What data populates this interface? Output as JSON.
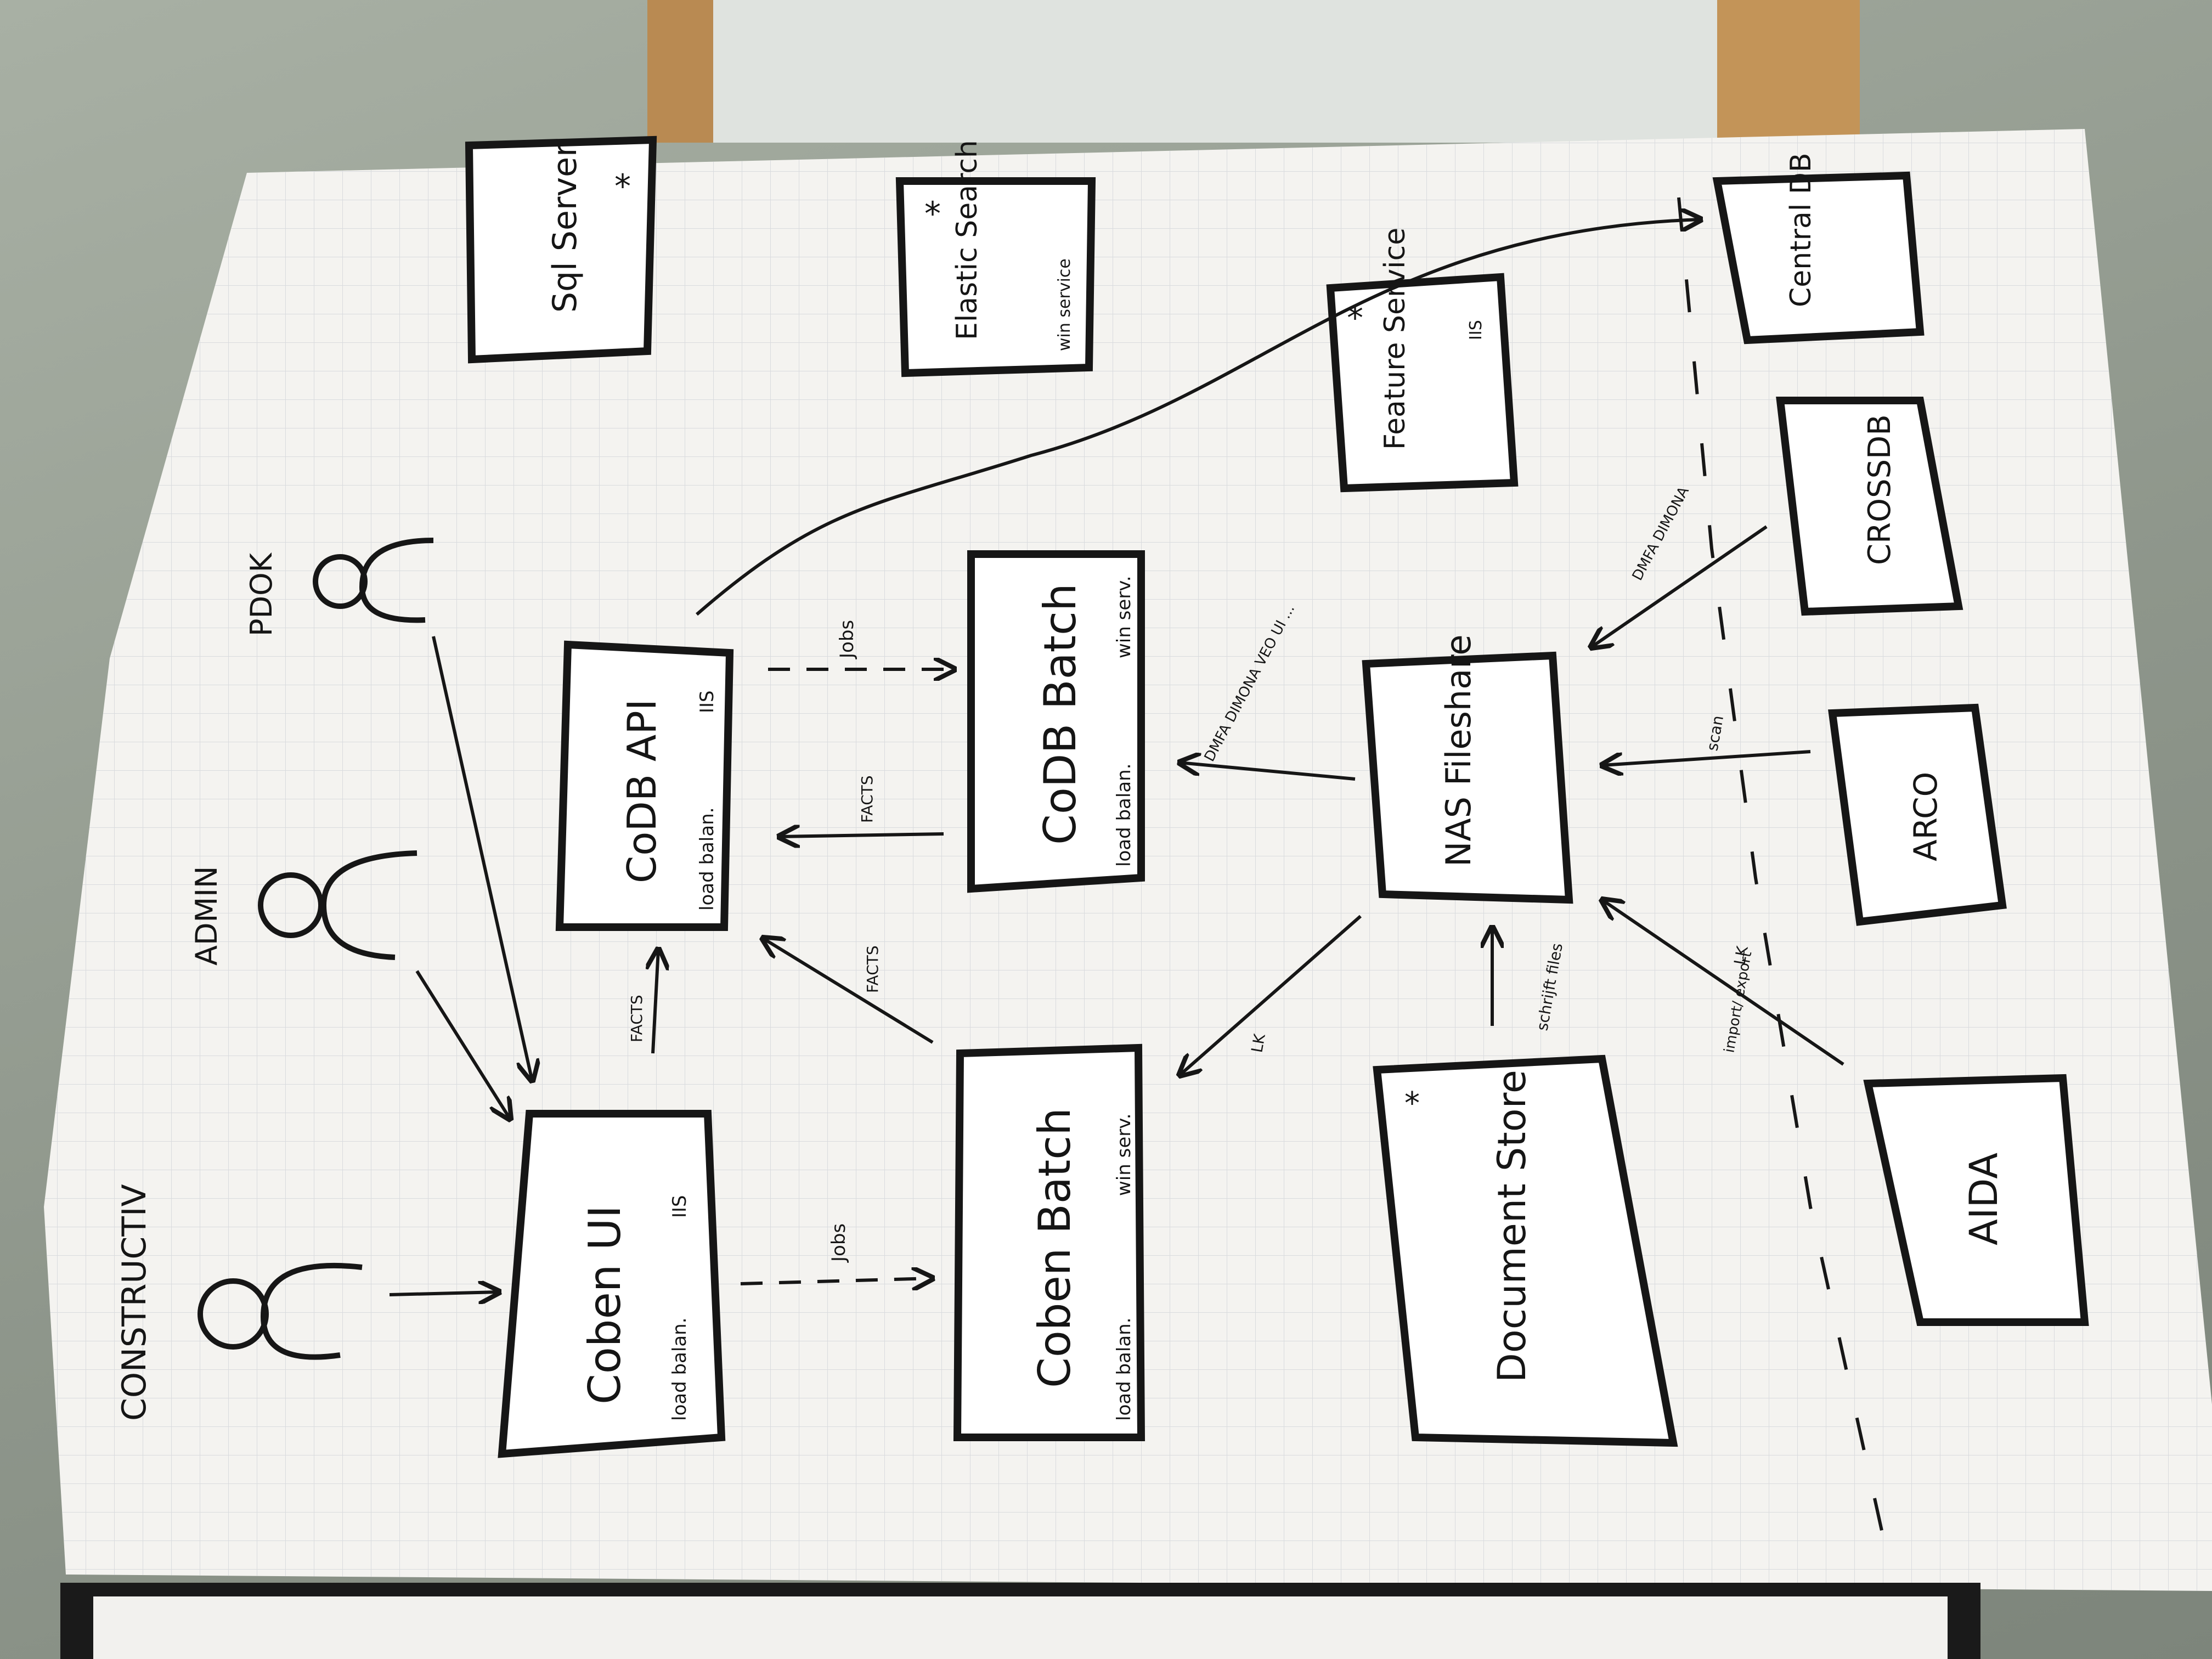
{
  "colors": {
    "paper": "#f4f3f0",
    "grid": "#d6d8dc",
    "ink": "#161616",
    "wall": "#9aa296"
  },
  "people": [
    {
      "id": "constructiv",
      "label": "CONSTRUCTIV"
    },
    {
      "id": "admin",
      "label": "ADMIN"
    },
    {
      "id": "pdok",
      "label": "PDOK"
    }
  ],
  "boxes": {
    "sql_server": {
      "title": "Sql Server",
      "marker": "*"
    },
    "elastic_search": {
      "title": "Elastic Search",
      "subtitle": "win service",
      "marker": "*"
    },
    "feature_service": {
      "title": "Feature Service",
      "subtitle": "IIS",
      "marker": "*"
    },
    "central_db": {
      "title": "Central DB"
    },
    "crossdb": {
      "title": "CROSSDB"
    },
    "codb_api": {
      "title": "CoDB API",
      "left_note": "load balan.",
      "right_note": "IIS"
    },
    "codb_batch": {
      "title": "CoDB Batch",
      "left_note": "load balan.",
      "right_note": "win serv."
    },
    "coben_ui": {
      "title": "Coben UI",
      "left_note": "load balan.",
      "right_note": "IIS"
    },
    "coben_batch": {
      "title": "Coben Batch",
      "left_note": "load balan.",
      "right_note": "win serv."
    },
    "nas_fileshare": {
      "title": "NAS Fileshare"
    },
    "arco": {
      "title": "ARCO"
    },
    "document_store": {
      "title": "Document Store",
      "marker": "*"
    },
    "aida": {
      "title": "AIDA"
    }
  },
  "edge_labels": {
    "jobs_codb": "Jobs",
    "facts_codb": "FACTS",
    "facts_up": "FACTS",
    "facts_coben_batch": "FACTS",
    "jobs_coben": "Jobs",
    "dmfa_nas": "DMFA DIMONA VEO UI ...",
    "dmfa_crossdb": "DMFA DIMONA",
    "scan": "scan",
    "lk_coben": "LK",
    "lk_aida": "LK",
    "import_export": "import/ export",
    "schrijft_files": "schrijft files"
  }
}
